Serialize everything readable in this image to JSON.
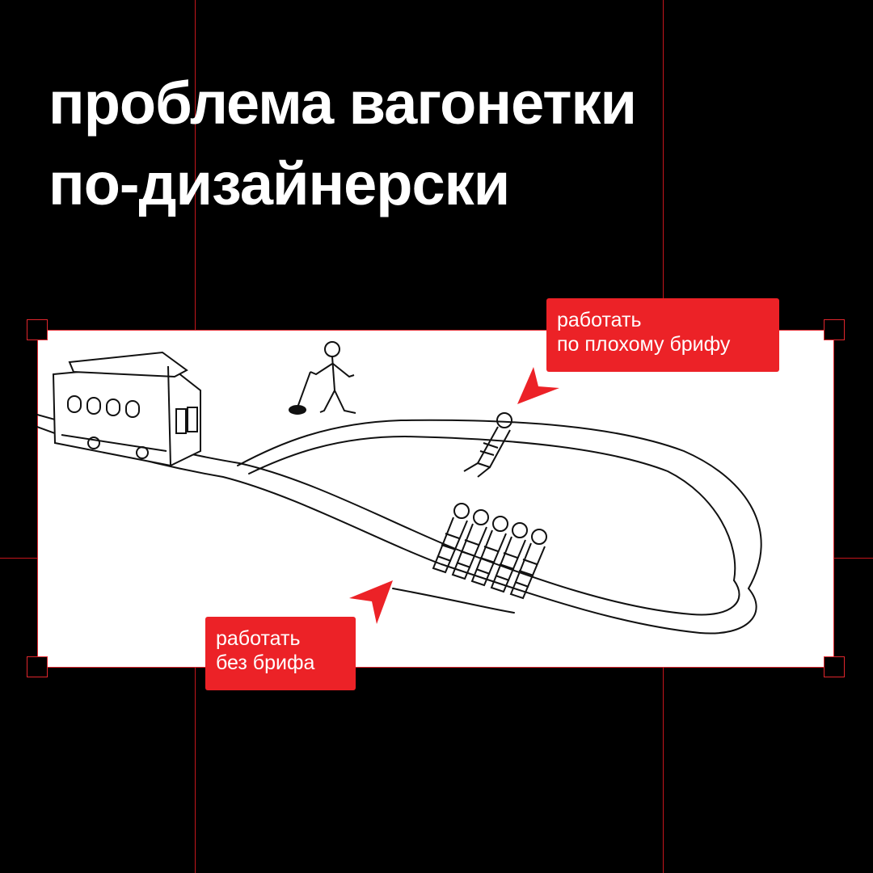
{
  "title": {
    "line1": "проблема вагонетки",
    "line2": "по-дизайнерски"
  },
  "illustration": {
    "icons": [
      "trolley-icon",
      "lever-man-icon",
      "person-on-track-icon",
      "five-people-on-track-icon"
    ]
  },
  "labels": {
    "bad_brief": {
      "line1": "работать",
      "line2": "по плохому брифу"
    },
    "no_brief": {
      "line1": "работать",
      "line2": "без брифа"
    }
  },
  "colors": {
    "accent": "#ec2227",
    "guide": "#c4161c",
    "background": "#000000",
    "frame": "#ffffff"
  }
}
